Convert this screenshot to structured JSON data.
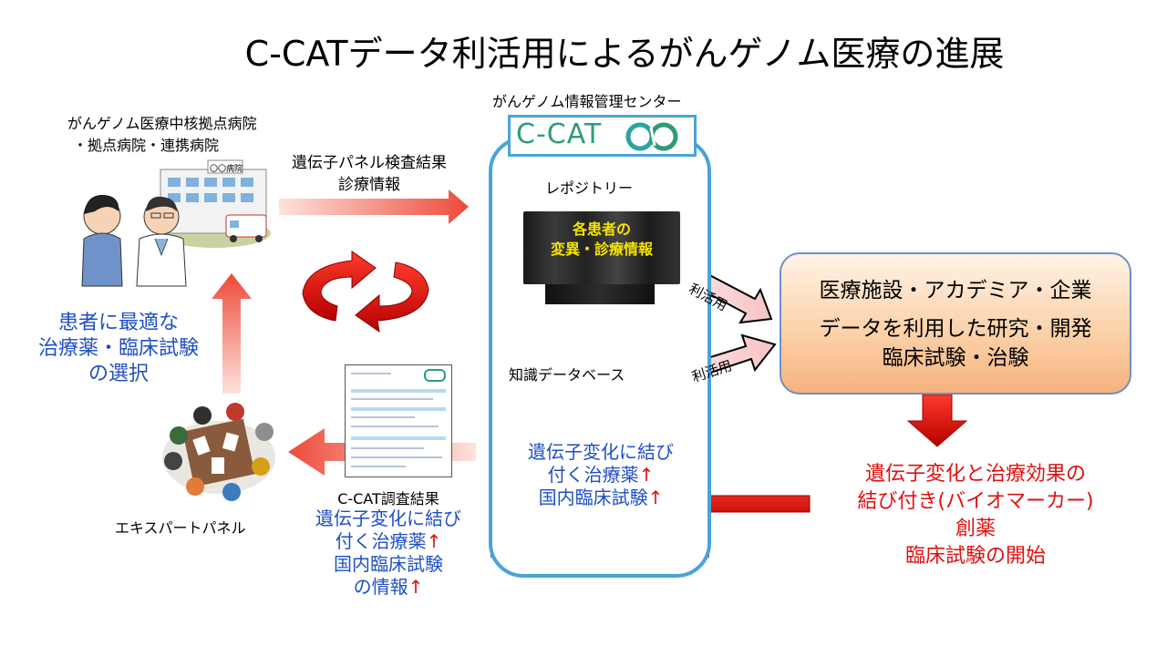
{
  "title": "C-CATデータ利活用によるがんゲノム医療の進展",
  "hospital": {
    "line1": "がんゲノム医療中核拠点病院",
    "line2": "・拠点病院・連携病院",
    "sign": "〇〇病院"
  },
  "flow_to_ccat": {
    "line1": "遺伝子パネル検査結果",
    "line2": "診療情報"
  },
  "patient_selection": {
    "line1": "患者に最適な",
    "line2": "治療薬・臨床試験",
    "line3": "の選択"
  },
  "expert_panel": {
    "label": "エキスパートパネル"
  },
  "ccat_report": {
    "title": "C-CAT調査結果",
    "line1": "遺伝子変化に結び",
    "line2a": "付く治療薬",
    "line3": "国内臨床試験",
    "line4a": "の情報",
    "arrow": "↑"
  },
  "ccat": {
    "center_name": "がんゲノム情報管理センター",
    "logo_text": "C-CAT",
    "repository_label": "レポジトリー",
    "server_line1": "各患者の",
    "server_line2": "変異・診療情報",
    "knowledge_db_label": "知識データベース",
    "book_line1": "遺伝子変化に結び",
    "book_line2a": "付く治療薬",
    "book_line3a": "国内臨床試験",
    "arrow": "↑"
  },
  "utilization": {
    "label1": "利活用",
    "label2": "利活用"
  },
  "organizations": {
    "line1": "医療施設・アカデミア・企業",
    "line2": "データを利用した研究・開発",
    "line3": "臨床試験・治験"
  },
  "outcome": {
    "line1": "遺伝子変化と治療効果の",
    "line2": "結び付き(バイオマーカー)",
    "line3": "創薬",
    "line4": "臨床試験の開始"
  },
  "colors": {
    "accent_blue": "#1f4fc6",
    "accent_red": "#e01010",
    "ccat_frame": "#4aa3d9",
    "ccat_logo": "#2e9a7a"
  }
}
